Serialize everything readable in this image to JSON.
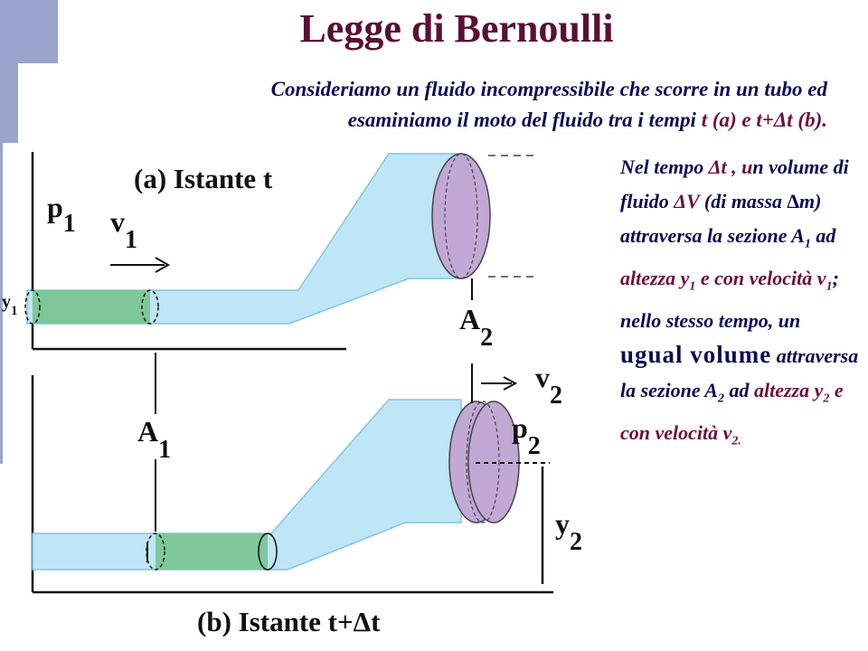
{
  "slide": {
    "title": "Legge di Bernoulli",
    "intro": {
      "line1": "Consideriamo un fluido incompressibile che scorre in un tubo ed",
      "line2_a": "esaminiamo il moto del fluido tra i tempi ",
      "line2_b": "t (a) e t+Δt (b)."
    }
  },
  "figure": {
    "caption_a": "(a) Istante t",
    "caption_b": "(b) Istante t+Δt",
    "labels": {
      "p": "p",
      "v": "v",
      "y": "y",
      "A": "A",
      "sub1": "1",
      "sub2": "2"
    }
  },
  "side_text": {
    "s1": "Nel tempo ",
    "s2": "Δt , u",
    "s3": "n volume di fluido ",
    "s4": "ΔV",
    "s5": " (di massa ∆m) attraversa la sezione A",
    "s6": "1",
    "s7": " ad ",
    "s8": "altezza y",
    "s9": "1",
    "s10": " e con velocità v",
    "s11": "1",
    "s12": "; nello stesso tempo, un ",
    "s13": "ugual volume",
    "s14": " attraversa la sezione A",
    "s15": "2",
    "s16": " ad ",
    "s17": "altezza y",
    "s18": "2",
    "s19": " e con velocità v",
    "s20": "2.",
    "s21": ""
  },
  "colors": {
    "pipe_fill": "#bfe6f6",
    "pipe_edge": "#7fc6e6",
    "fluid_green": "#7dc79a",
    "disk_purple": "#c2a8d4",
    "title": "#5a0f35",
    "text_blue": "#0b0b55",
    "text_red": "#6d0f3c",
    "deco": "#9aa4cc"
  }
}
